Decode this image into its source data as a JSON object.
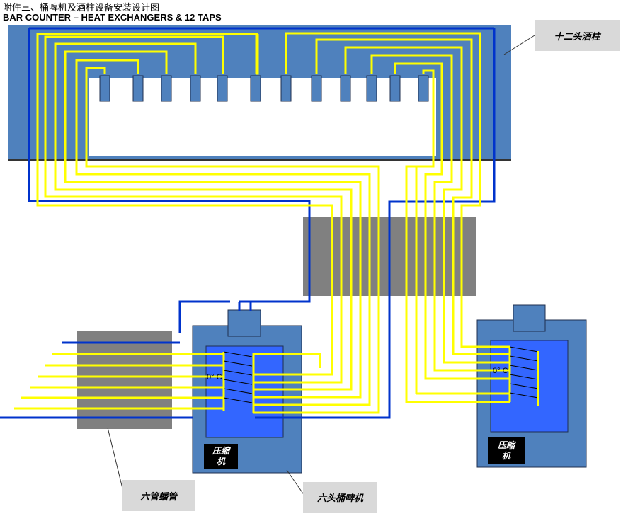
{
  "header": {
    "title_cn": "附件三、桶啤机及酒柱设备安装设计图",
    "title_en": "BAR COUNTER – HEAT EXCHANGERS & 12 TAPS"
  },
  "callouts": {
    "tap_tower": "十二头酒柱",
    "coil": "六管蟠管",
    "keg_machine": "六头桶啤机"
  },
  "units": {
    "left": {
      "label_line1": "压缩",
      "label_line2": "机",
      "temperature": "0° C"
    },
    "right": {
      "label_line1": "压缩",
      "label_line2": "机",
      "temperature": "0° C"
    }
  },
  "taps": {
    "count": 12
  },
  "colors": {
    "counter_blue": "#4f81bd",
    "pipe_blue": "#0033cc",
    "beer_line_yellow": "#ffff00",
    "gray_block": "#808080",
    "coil_blue": "#3366ff"
  }
}
